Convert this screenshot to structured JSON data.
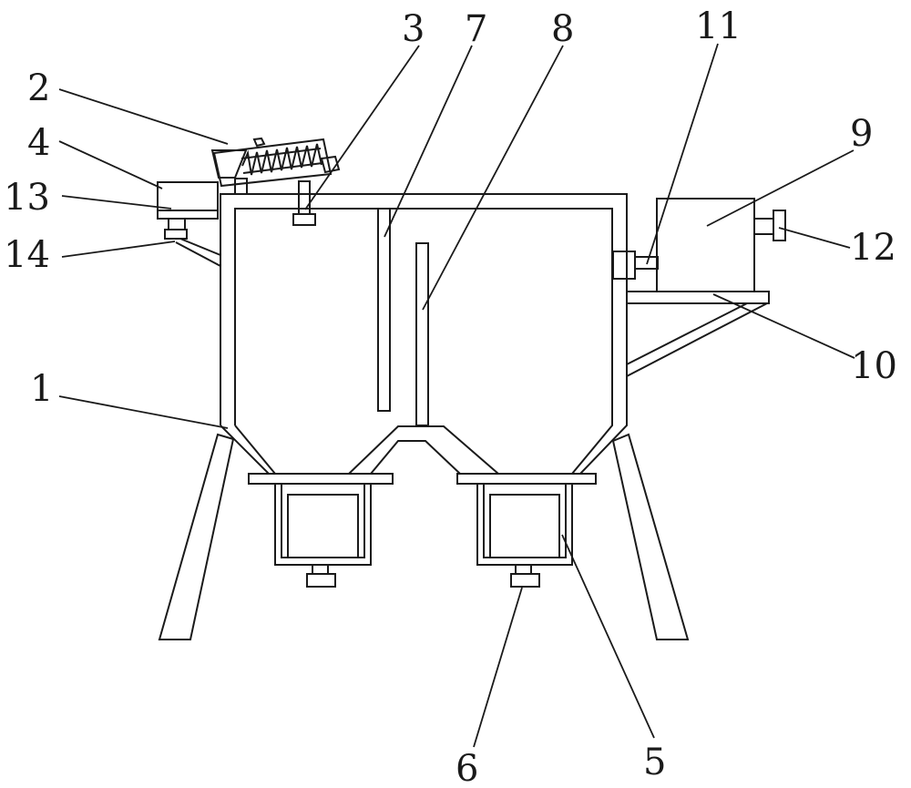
{
  "diagram": {
    "labels": {
      "l1": "1",
      "l2": "2",
      "l3": "3",
      "l4": "4",
      "l5": "5",
      "l6": "6",
      "l7": "7",
      "l8": "8",
      "l9": "9",
      "l10": "10",
      "l11": "11",
      "l12": "12",
      "l13": "13",
      "l14": "14"
    },
    "colors": {
      "line": "#1a1a1a",
      "background": "#ffffff"
    }
  }
}
